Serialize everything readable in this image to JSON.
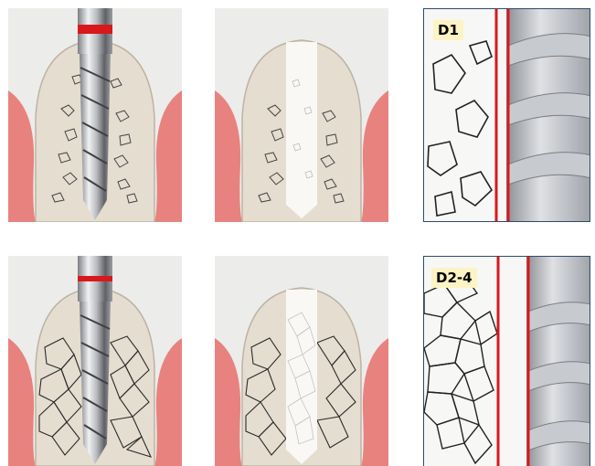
{
  "rows": [
    {
      "id": "d1",
      "density_label": "D1",
      "bone_type": "dense",
      "panels": [
        "drill-in-bone",
        "prepared-osteotomy",
        "implant-thread-detail"
      ]
    },
    {
      "id": "d2-4",
      "density_label": "D2-4",
      "bone_type": "spongy",
      "panels": [
        "drill-in-bone",
        "prepared-osteotomy",
        "implant-thread-detail"
      ]
    }
  ],
  "colors": {
    "background": "#ececeb",
    "gum": "#e8827e",
    "bone": "#e5ddd0",
    "marking_red": "#d9181c",
    "label_bg": "#fdf3c4",
    "frame_blue": "#2f4a6e"
  }
}
